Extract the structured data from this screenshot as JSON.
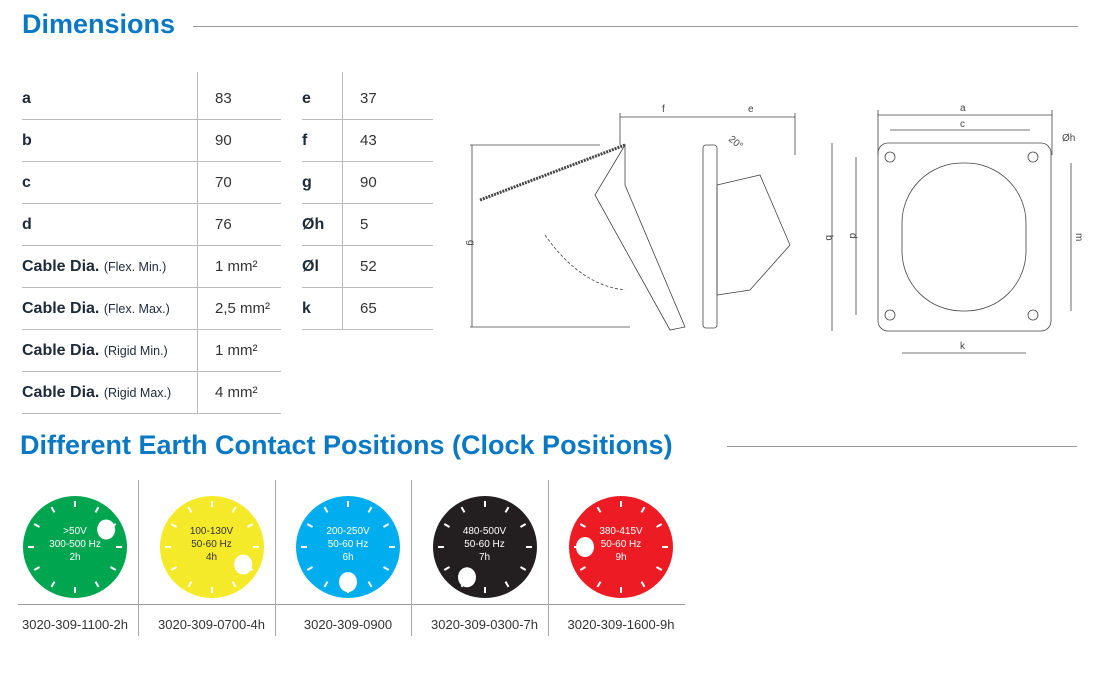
{
  "dimensions": {
    "title": "Dimensions",
    "left_rows": [
      {
        "label": "a",
        "value": "83"
      },
      {
        "label": "b",
        "value": "90"
      },
      {
        "label": "c",
        "value": "70"
      },
      {
        "label": "d",
        "value": "76"
      },
      {
        "label": "Cable Dia.",
        "note": "(Flex. Min.)",
        "value": "1 mm²"
      },
      {
        "label": "Cable Dia.",
        "note": "(Flex. Max.)",
        "value": "2,5 mm²"
      },
      {
        "label": "Cable Dia.",
        "note": "(Rigid Min.)",
        "value": "1 mm²"
      },
      {
        "label": "Cable Dia.",
        "note": "(Rigid Max.)",
        "value": "4 mm²"
      }
    ],
    "right_rows": [
      {
        "label": "e",
        "value": "37"
      },
      {
        "label": "f",
        "value": "43"
      },
      {
        "label": "g",
        "value": "90"
      },
      {
        "label": "Øh",
        "value": "5"
      },
      {
        "label": "Øl",
        "value": "52"
      },
      {
        "label": "k",
        "value": "65"
      }
    ],
    "drawing_labels": {
      "f": "f",
      "e": "e",
      "angle": "20°",
      "g": "g",
      "a": "a",
      "c": "c",
      "h": "Øh",
      "b": "b",
      "d": "d",
      "m": "m",
      "k": "k"
    }
  },
  "earth": {
    "title": "Different Earth Contact Positions (Clock Positions)",
    "items": [
      {
        "voltage": ">50V",
        "freq": "300-500 Hz",
        "pos": "2h",
        "code": "3020-309-1100-2h",
        "color": "#00a54f",
        "text": "#ffffff",
        "hour": 2
      },
      {
        "voltage": "100-130V",
        "freq": "50-60 Hz",
        "pos": "4h",
        "code": "3020-309-0700-4h",
        "color": "#f5ea2a",
        "text": "#333333",
        "hour": 4
      },
      {
        "voltage": "200-250V",
        "freq": "50-60 Hz",
        "pos": "6h",
        "code": "3020-309-0900",
        "color": "#00aeef",
        "text": "#ffffff",
        "hour": 6
      },
      {
        "voltage": "480-500V",
        "freq": "50-60 Hz",
        "pos": "7h",
        "code": "3020-309-0300-7h",
        "color": "#231f20",
        "text": "#ffffff",
        "hour": 7
      },
      {
        "voltage": "380-415V",
        "freq": "50-60 Hz",
        "pos": "9h",
        "code": "3020-309-1600-9h",
        "color": "#ed1c24",
        "text": "#ffffff",
        "hour": 9
      }
    ]
  }
}
